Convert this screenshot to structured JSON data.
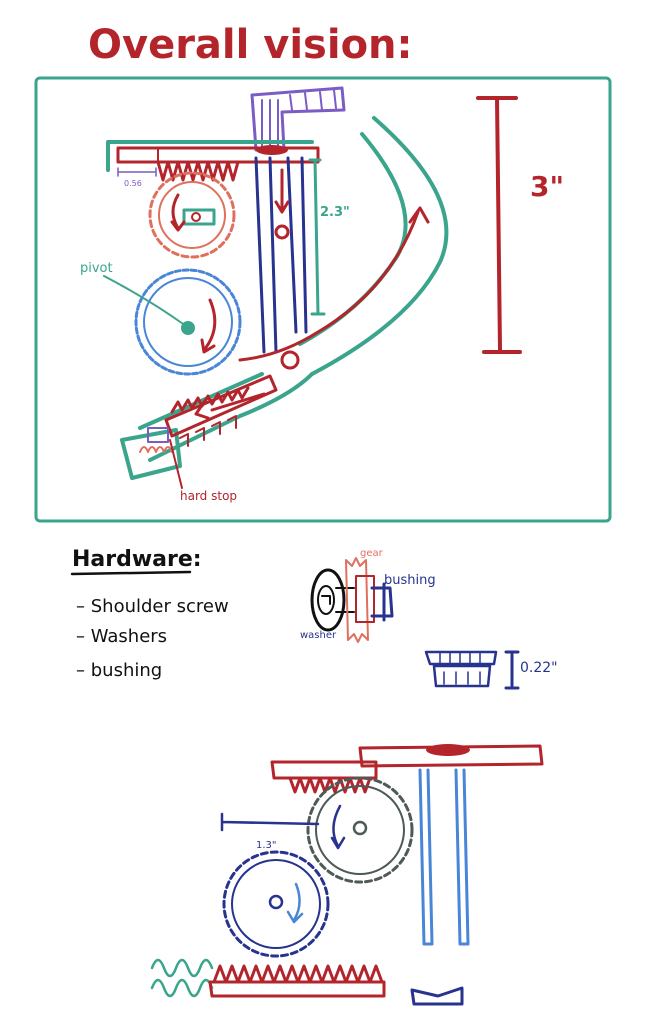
{
  "title": "Overall vision:",
  "labels": {
    "dim_3in": "3\"",
    "dim_2_3in": "2.3\"",
    "dim_0_56": "0.56",
    "pivot": "pivot",
    "hard_stop": "hard stop",
    "gear": "gear",
    "bushing": "bushing",
    "washer": "washer",
    "dim_0_22": "0.22\"",
    "dim_1_3": "1.3\""
  },
  "hardware": {
    "heading": "Hardware:",
    "items": [
      "Shoulder screw",
      "Washers",
      "bushing"
    ]
  },
  "colors": {
    "red": "#b3242b",
    "salmon": "#e0705e",
    "teal": "#3aa58c",
    "blue": "#4a86d8",
    "navy": "#27338f",
    "purple": "#7b5bc4",
    "gray": "#4d5a56"
  }
}
